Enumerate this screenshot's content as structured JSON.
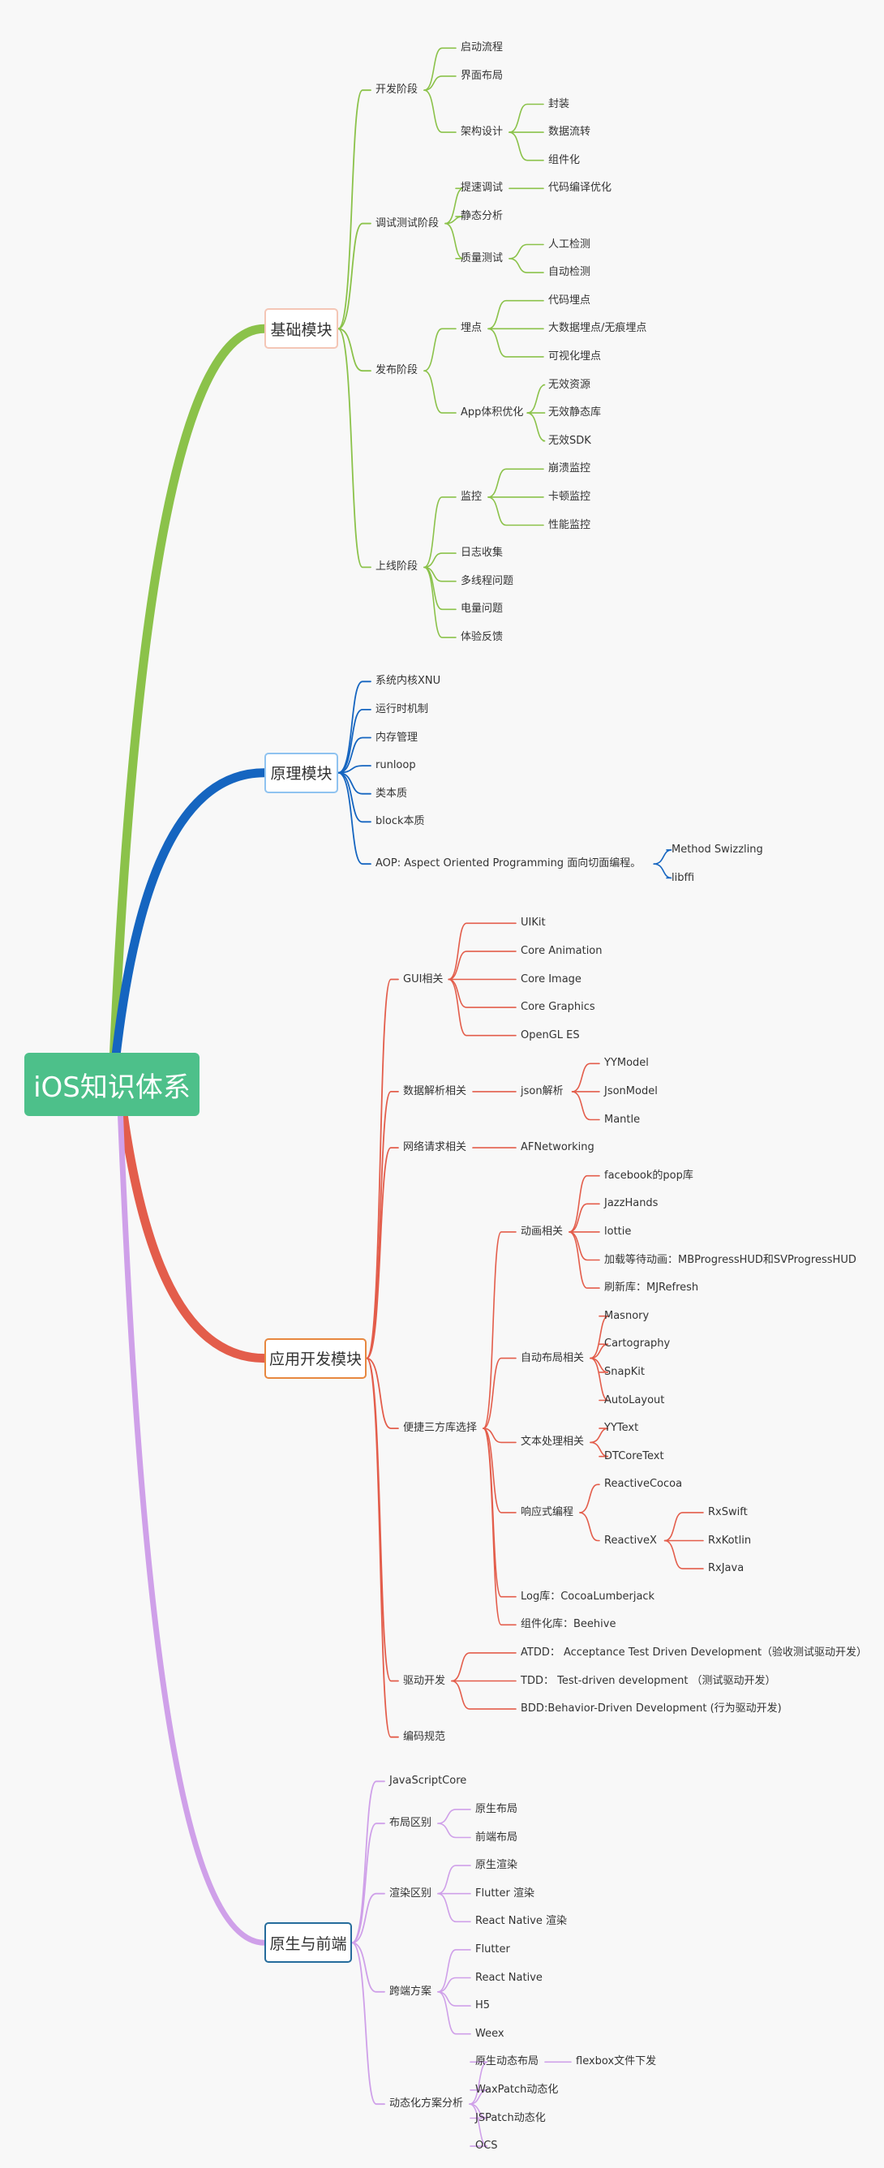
{
  "root": "iOS知识体系",
  "colors": {
    "basic": "#8bc24a",
    "principle": "#1565c0",
    "app": "#e35d4b",
    "native": "#cfa0e9",
    "root": "#4dc08a"
  },
  "branches": [
    {
      "id": "basic",
      "label": "基础模块",
      "children": [
        {
          "label": "开发阶段",
          "children": [
            {
              "label": "启动流程"
            },
            {
              "label": "界面布局"
            },
            {
              "label": "架构设计",
              "children": [
                {
                  "label": "封装"
                },
                {
                  "label": "数据流转"
                },
                {
                  "label": "组件化"
                }
              ]
            }
          ]
        },
        {
          "label": "调试测试阶段",
          "children": [
            {
              "label": "提速调试",
              "children": [
                {
                  "label": "代码编译优化"
                }
              ]
            },
            {
              "label": "静态分析"
            },
            {
              "label": "质量测试",
              "children": [
                {
                  "label": "人工检测"
                },
                {
                  "label": "自动检测"
                }
              ]
            }
          ]
        },
        {
          "label": "发布阶段",
          "children": [
            {
              "label": "埋点",
              "children": [
                {
                  "label": "代码埋点"
                },
                {
                  "label": "大数据埋点/无痕埋点"
                },
                {
                  "label": "可视化埋点"
                }
              ]
            },
            {
              "label": "App体积优化",
              "children": [
                {
                  "label": "无效资源"
                },
                {
                  "label": "无效静态库"
                },
                {
                  "label": "无效SDK"
                }
              ]
            }
          ]
        },
        {
          "label": "上线阶段",
          "children": [
            {
              "label": "监控",
              "children": [
                {
                  "label": "崩溃监控"
                },
                {
                  "label": "卡顿监控"
                },
                {
                  "label": "性能监控"
                }
              ]
            },
            {
              "label": "日志收集"
            },
            {
              "label": "多线程问题"
            },
            {
              "label": "电量问题"
            },
            {
              "label": "体验反馈"
            }
          ]
        }
      ]
    },
    {
      "id": "principle",
      "label": "原理模块",
      "children": [
        {
          "label": "系统内核XNU"
        },
        {
          "label": "运行时机制"
        },
        {
          "label": "内存管理"
        },
        {
          "label": "runloop"
        },
        {
          "label": "类本质"
        },
        {
          "label": "block本质"
        },
        {
          "label": "AOP: Aspect Oriented Programming 面向切面编程。",
          "children": [
            {
              "label": "Method Swizzling"
            },
            {
              "label": "libffi"
            }
          ]
        }
      ]
    },
    {
      "id": "app",
      "label": "应用开发模块",
      "children": [
        {
          "label": "GUI相关",
          "children": [
            {
              "label": "UIKit"
            },
            {
              "label": "Core Animation"
            },
            {
              "label": "Core Image"
            },
            {
              "label": "Core Graphics"
            },
            {
              "label": "OpenGL ES"
            }
          ]
        },
        {
          "label": "数据解析相关",
          "children": [
            {
              "label": "json解析",
              "children": [
                {
                  "label": "YYModel"
                },
                {
                  "label": "JsonModel"
                },
                {
                  "label": "Mantle"
                }
              ]
            }
          ]
        },
        {
          "label": "网络请求相关",
          "children": [
            {
              "label": "AFNetworking"
            }
          ]
        },
        {
          "label": "便捷三方库选择",
          "children": [
            {
              "label": "动画相关",
              "children": [
                {
                  "label": "facebook的pop库"
                },
                {
                  "label": "JazzHands"
                },
                {
                  "label": "lottie"
                },
                {
                  "label": "加载等待动画：MBProgressHUD和SVProgressHUD"
                },
                {
                  "label": "刷新库：MJRefresh"
                }
              ]
            },
            {
              "label": "自动布局相关",
              "children": [
                {
                  "label": "Masnory"
                },
                {
                  "label": "Cartography"
                },
                {
                  "label": "SnapKit"
                },
                {
                  "label": "AutoLayout"
                }
              ]
            },
            {
              "label": "文本处理相关",
              "children": [
                {
                  "label": "YYText"
                },
                {
                  "label": "DTCoreText"
                }
              ]
            },
            {
              "label": "响应式编程",
              "children": [
                {
                  "label": "ReactiveCocoa"
                },
                {
                  "label": "ReactiveX",
                  "children": [
                    {
                      "label": "RxSwift"
                    },
                    {
                      "label": "RxKotlin"
                    },
                    {
                      "label": "RxJava"
                    }
                  ]
                }
              ]
            },
            {
              "label": "Log库：CocoaLumberjack"
            },
            {
              "label": "组件化库：Beehive"
            }
          ]
        },
        {
          "label": "驱动开发",
          "children": [
            {
              "label": "ATDD：  Acceptance Test Driven Development（验收测试驱动开发）"
            },
            {
              "label": "TDD：  Test-driven development  （测试驱动开发）"
            },
            {
              "label": "BDD:Behavior-Driven Development (行为驱动开发)"
            }
          ]
        },
        {
          "label": "编码规范"
        }
      ]
    },
    {
      "id": "native",
      "label": "原生与前端",
      "children": [
        {
          "label": "JavaScriptCore"
        },
        {
          "label": "布局区别",
          "children": [
            {
              "label": "原生布局"
            },
            {
              "label": "前端布局"
            }
          ]
        },
        {
          "label": "渲染区别",
          "children": [
            {
              "label": "原生渲染"
            },
            {
              "label": "Flutter 渲染"
            },
            {
              "label": "React Native 渲染"
            }
          ]
        },
        {
          "label": "跨端方案",
          "children": [
            {
              "label": "Flutter"
            },
            {
              "label": "React Native"
            },
            {
              "label": "H5"
            },
            {
              "label": "Weex"
            }
          ]
        },
        {
          "label": "动态化方案分析",
          "children": [
            {
              "label": "原生动态布局",
              "children": [
                {
                  "label": "flexbox文件下发"
                }
              ]
            },
            {
              "label": "WaxPatch动态化"
            },
            {
              "label": "JSPatch动态化"
            },
            {
              "label": "OCS"
            }
          ]
        }
      ]
    }
  ]
}
